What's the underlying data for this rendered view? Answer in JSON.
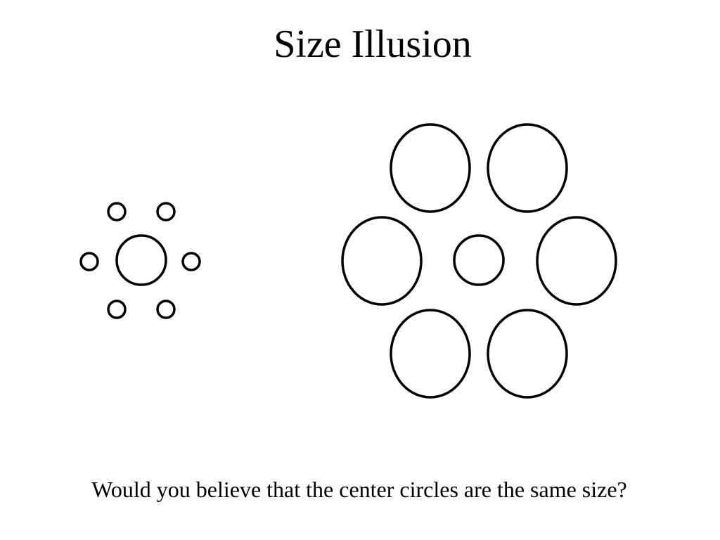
{
  "slide": {
    "title": "Size Illusion",
    "caption": "Would you believe that the center circles are the same size?"
  },
  "figure": {
    "illusion": "Ebbinghaus",
    "stroke_color": "#000000",
    "background": "#ffffff",
    "groups": [
      {
        "name": "small-surround",
        "center_circle": "same-size",
        "surrounding_circles": 6,
        "surround_size": "small"
      },
      {
        "name": "large-surround",
        "center_circle": "same-size",
        "surrounding_circles": 6,
        "surround_size": "large"
      }
    ]
  }
}
